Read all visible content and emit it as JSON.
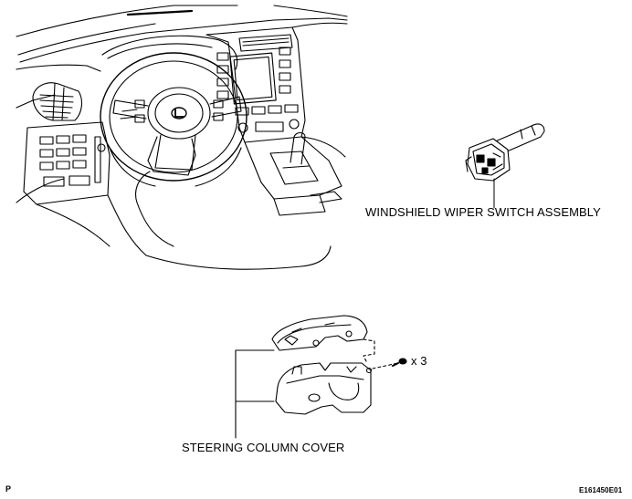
{
  "labels": {
    "wiper_switch": "WINDSHIELD WIPER SWITCH ASSEMBLY",
    "column_cover": "STEERING COLUMN COVER",
    "screw_count": "x 3",
    "page_marker": "P",
    "figure_code": "E161450E01"
  }
}
